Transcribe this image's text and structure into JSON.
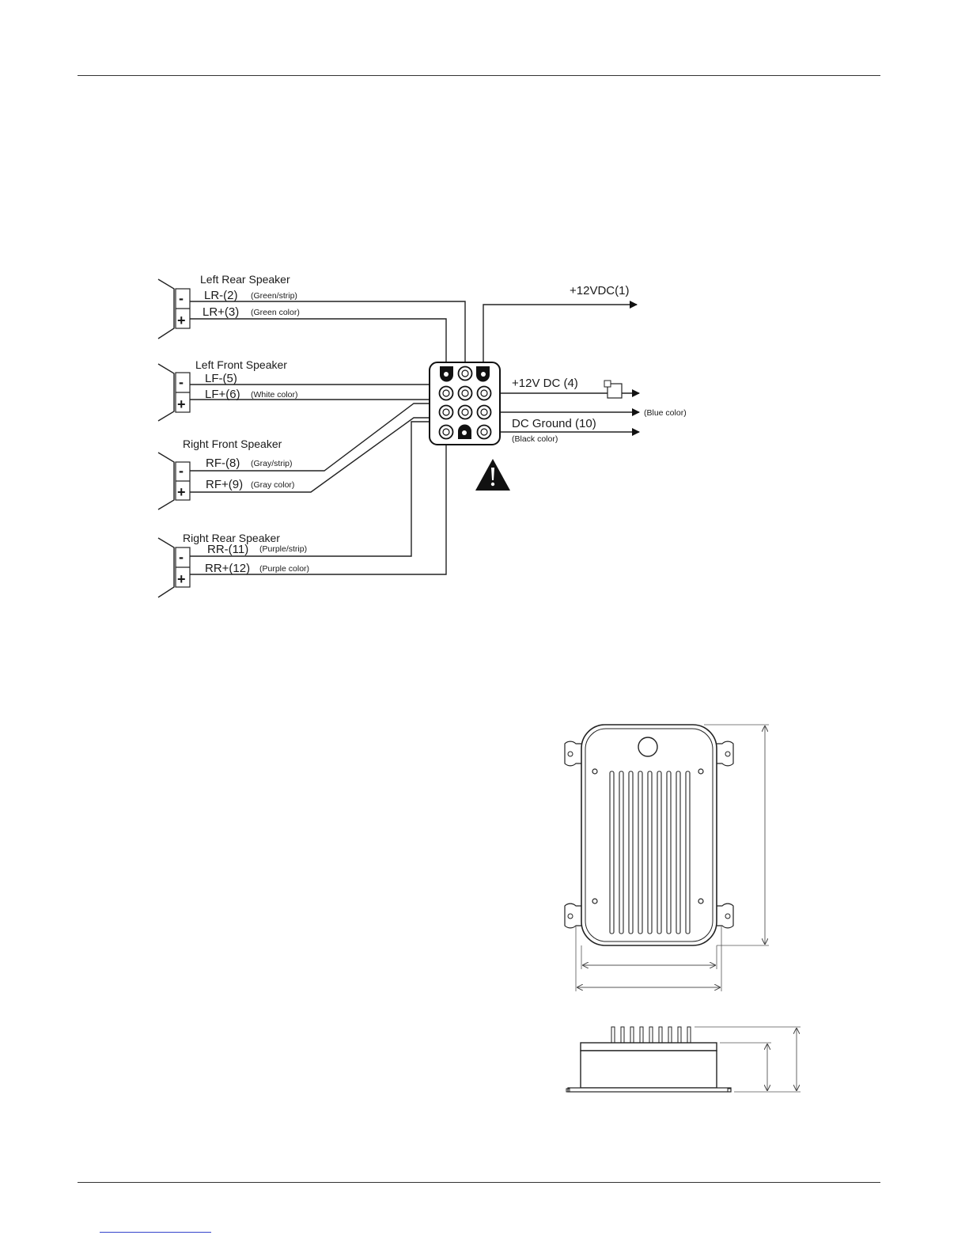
{
  "wiring_diagram": {
    "speakers": [
      {
        "title": "Left Rear Speaker",
        "neg_pin": "LR-(2)",
        "neg_color": "(Green/strip)",
        "pos_pin": "LR+(3)",
        "pos_color": "(Green color)"
      },
      {
        "title": "Left Front Speaker",
        "neg_pin": "LF-(5)",
        "neg_color": "",
        "pos_pin": "LF+(6)",
        "pos_color": "(White color)"
      },
      {
        "title": "Right Front Speaker",
        "neg_pin": "RF-(8)",
        "neg_color": "(Gray/strip)",
        "pos_pin": "RF+(9)",
        "pos_color": "(Gray color)"
      },
      {
        "title": "Right Rear Speaker",
        "neg_pin": "RR-(11)",
        "neg_color": "(Purple/strip)",
        "pos_pin": "RR+(12)",
        "pos_color": "(Purple color)"
      }
    ],
    "terminal_signs": {
      "minus": "-",
      "plus": "+"
    },
    "power": {
      "v12_main": "+12VDC(1)",
      "v12_acc": "+12V DC (4)",
      "acc_color": "(Blue color)",
      "ground": "DC Ground (10)",
      "ground_color": "(Black color)"
    },
    "warning_icon": "warning-triangle-icon"
  },
  "drawings": {
    "top_view": "amplifier-top-view",
    "side_view": "amplifier-side-view"
  }
}
